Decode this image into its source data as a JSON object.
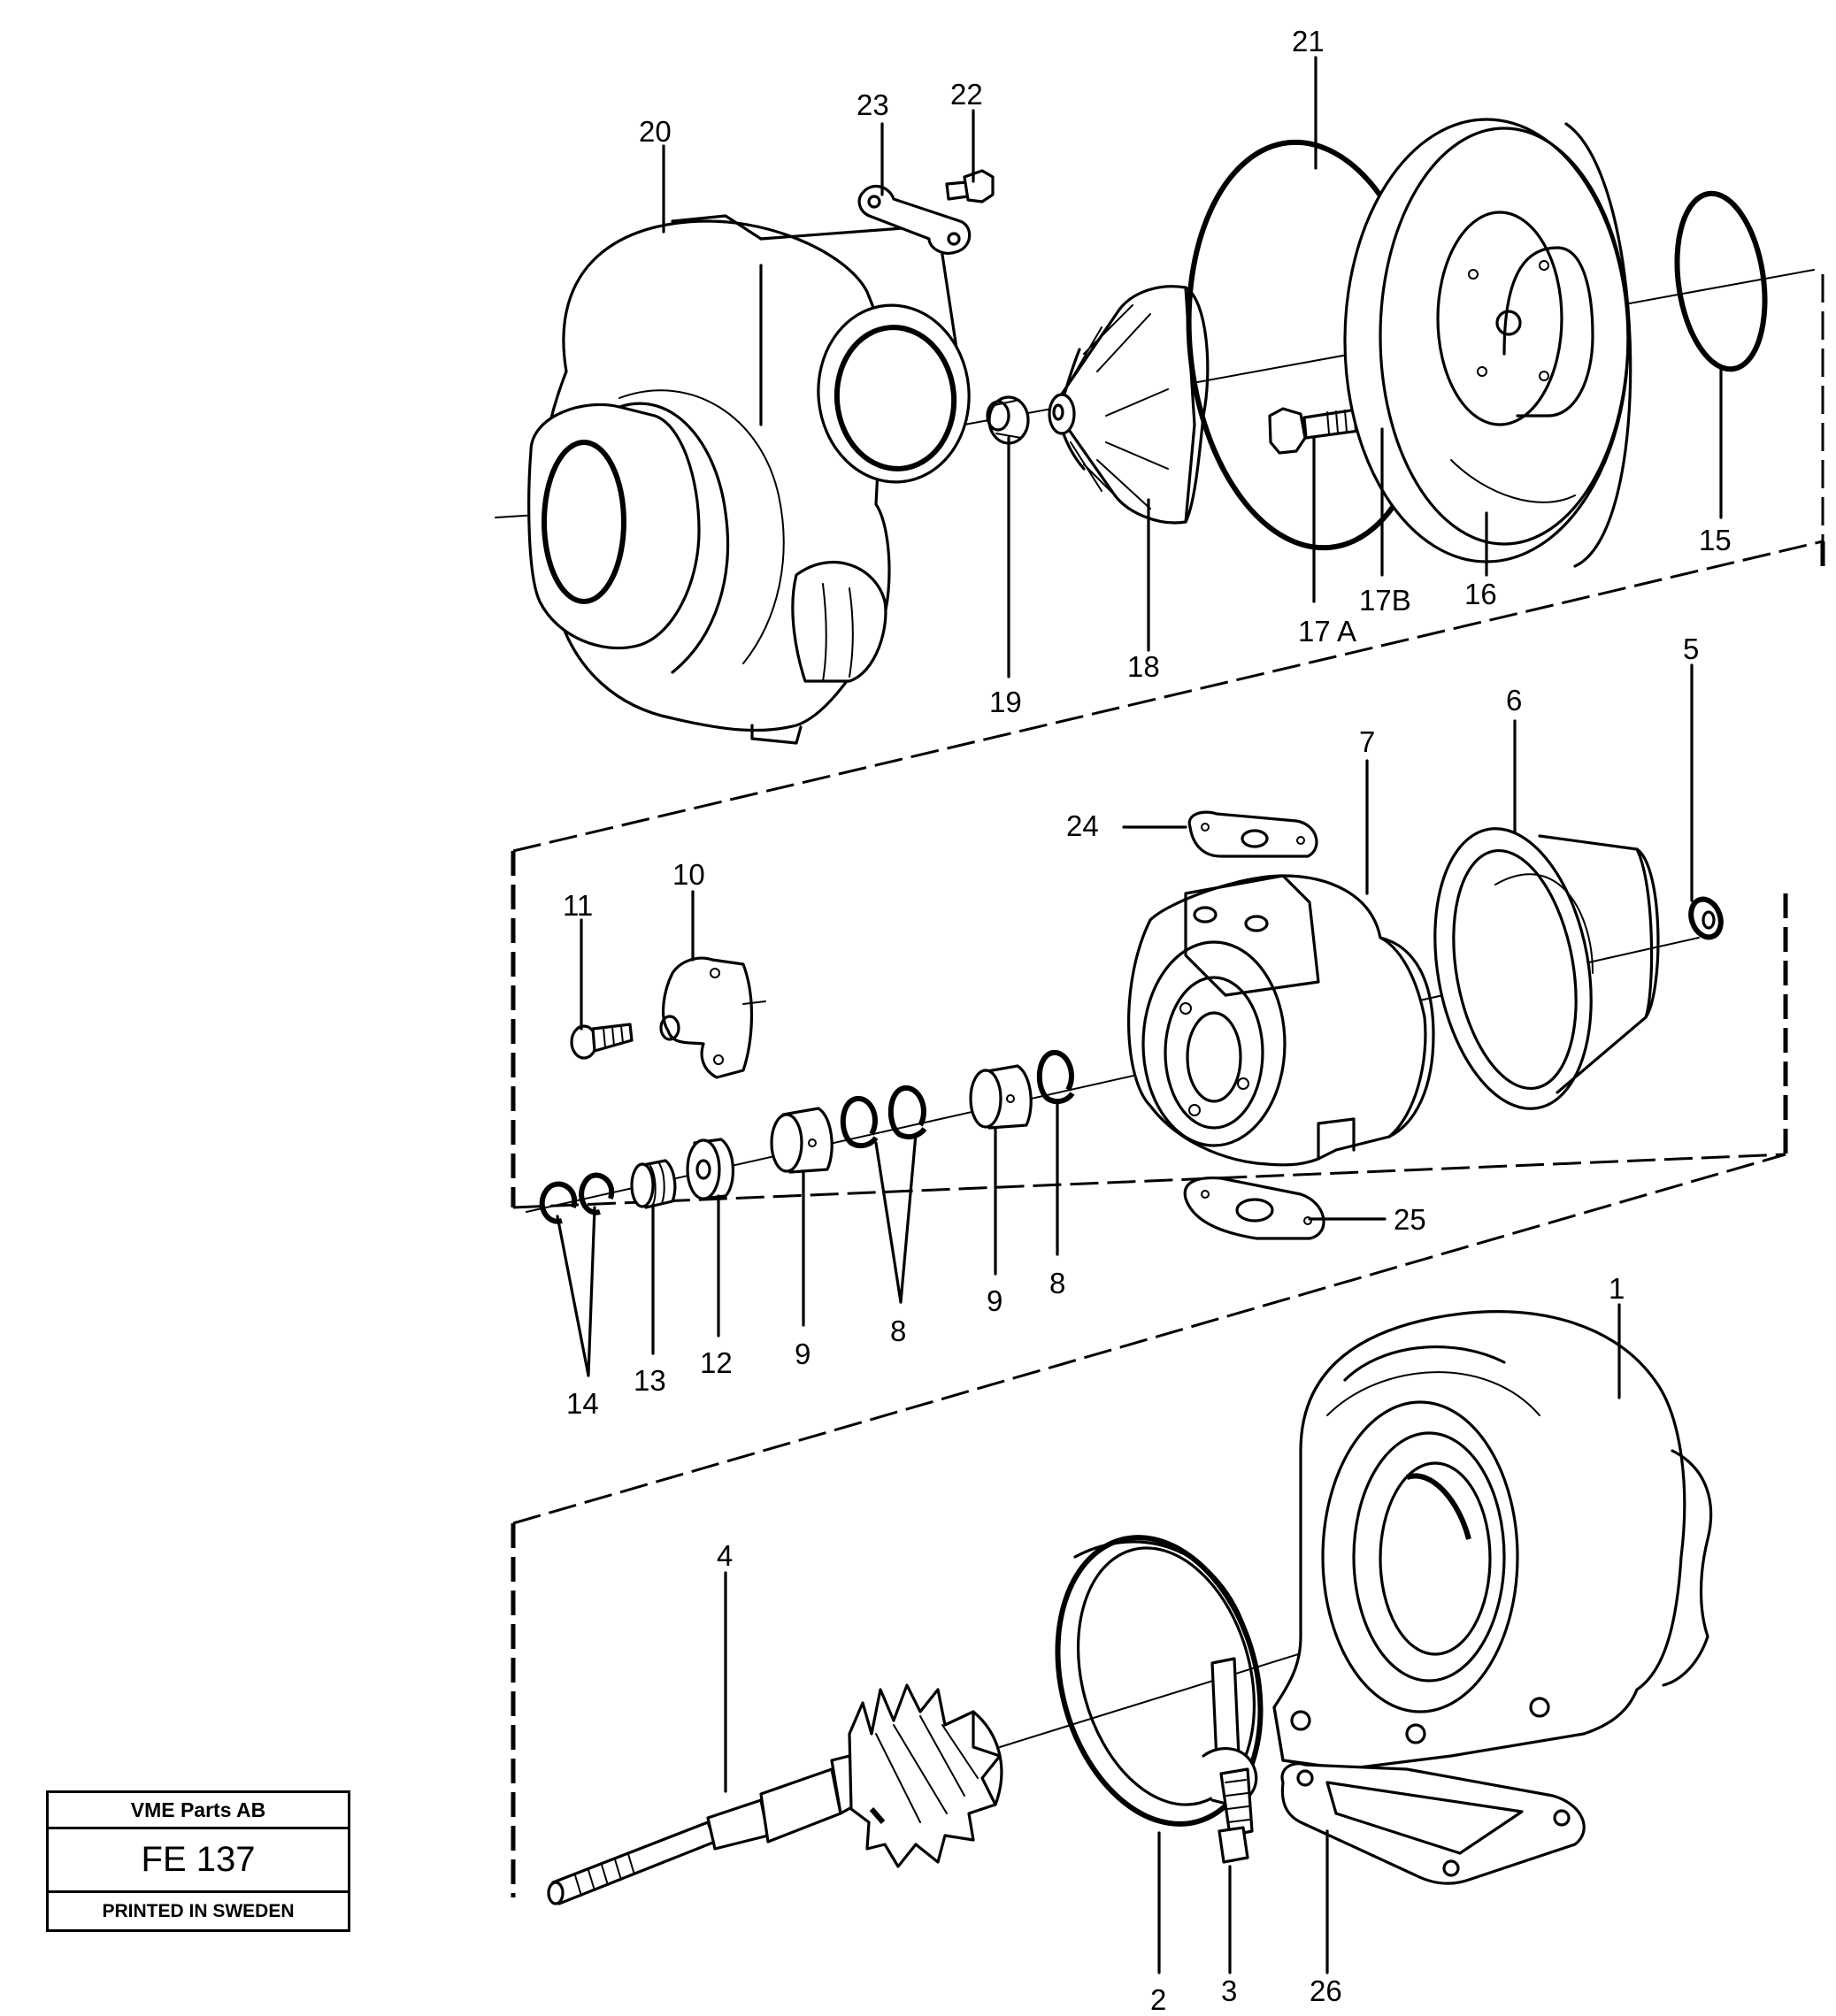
{
  "title_block": {
    "company": "VME Parts AB",
    "code": "FE  137",
    "footer": "PRINTED IN SWEDEN"
  },
  "labels": {
    "p1": "1",
    "p2": "2",
    "p3": "3",
    "p4": "4",
    "p5": "5",
    "p6": "6",
    "p7": "7",
    "p8a": "8",
    "p8b": "8",
    "p9a": "9",
    "p9b": "9",
    "p10": "10",
    "p11": "11",
    "p12": "12",
    "p13": "13",
    "p14": "14",
    "p15": "15",
    "p16": "16",
    "p17a": "17 A",
    "p17b": "17B",
    "p18": "18",
    "p19": "19",
    "p20": "20",
    "p21": "21",
    "p22": "22",
    "p23": "23",
    "p24": "24",
    "p25": "25",
    "p26": "26"
  }
}
